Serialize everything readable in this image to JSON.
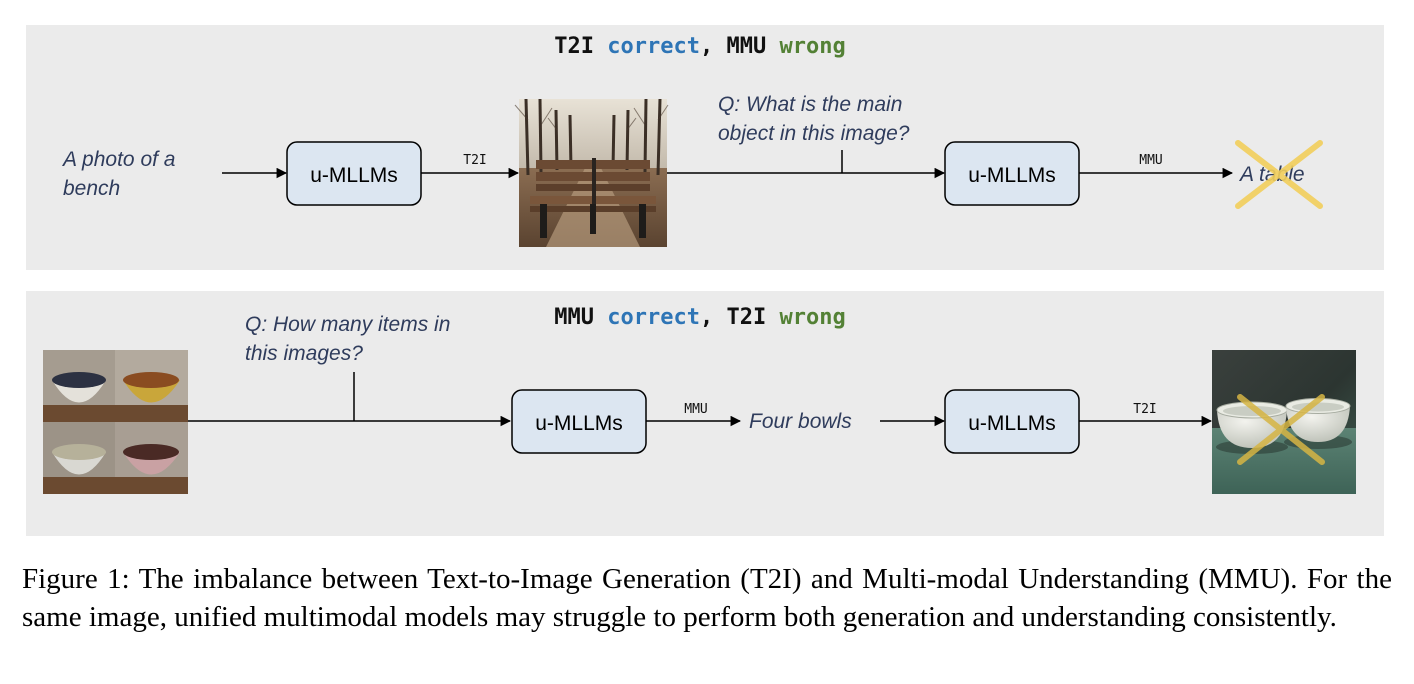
{
  "colors": {
    "panel_bg": "#ebebeb",
    "box_fill": "#dce6f1",
    "correct": "#2e75b6",
    "wrong": "#538135",
    "italic_text": "#2f3c5c",
    "cross": "#f2cf5b"
  },
  "top_panel": {
    "title_part1": "T2I",
    "title_correct": "correct",
    "title_sep": ", ",
    "title_part2": "MMU",
    "title_wrong": "wrong",
    "prompt_line1": "A photo of a",
    "prompt_line2": "bench",
    "model1_label": "u-MLLMs",
    "arrow1_label": "T2I",
    "question_line1": "Q: What is the main",
    "question_line2": "object in this image?",
    "model2_label": "u-MLLMs",
    "arrow2_label": "MMU",
    "answer": "A table"
  },
  "bottom_panel": {
    "title_part1": "MMU",
    "title_correct": "correct",
    "title_sep": ", ",
    "title_part2": "T2I",
    "title_wrong": "wrong",
    "question_line1": "Q: How many items in",
    "question_line2": "this images?",
    "model1_label": "u-MLLMs",
    "arrow1_label": "MMU",
    "answer": "Four bowls",
    "model2_label": "u-MLLMs",
    "arrow2_label": "T2I"
  },
  "caption": "Figure 1: The imbalance between Text-to-Image Generation (T2I) and Multi-modal Understanding (MMU). For the same image, unified multimodal models may struggle to perform both generation and understanding consistently."
}
